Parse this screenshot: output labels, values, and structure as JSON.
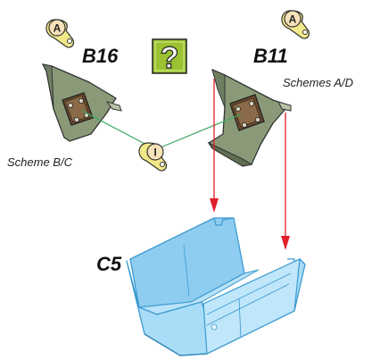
{
  "labels": {
    "part_b16": "B16",
    "part_b11": "B11",
    "part_c5": "C5",
    "scheme_bc": "Scheme B/C",
    "scheme_ad": "Schemes A/D"
  },
  "tags": {
    "tag_a_left": "A",
    "tag_a_right": "A",
    "tag_i": "I"
  },
  "question_glyph": "?",
  "colors": {
    "bracket_fill": "#8a9a78",
    "bracket_dark": "#5f6e52",
    "gutter_fill": "#9fd6f2",
    "gutter_stroke": "#3a9ad0",
    "arrow": "#e0202a",
    "connector": "#3aa860",
    "question_bg": "#9ac232"
  }
}
